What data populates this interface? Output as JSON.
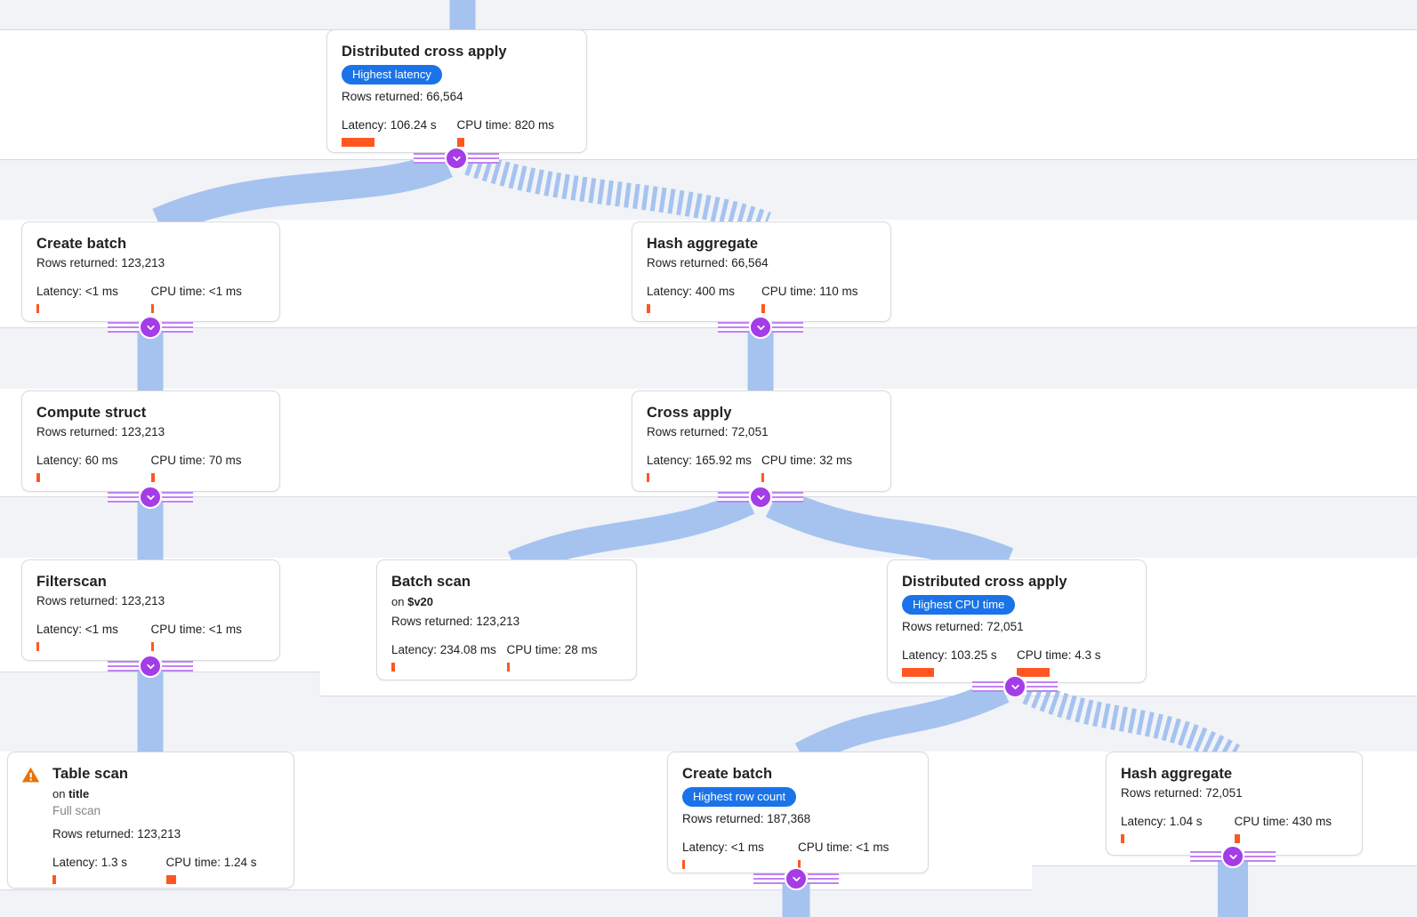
{
  "app": "query-execution-plan-visualizer",
  "colors": {
    "badge_blue": "#1a73e8",
    "metric_bar_orange": "#ff5722",
    "edge_blue": "#a6c3f0",
    "connector_purple": "#a43ce8",
    "warning_orange": "#e8710a",
    "row_band_white": "#ffffff",
    "background_gray": "#f1f3f7"
  },
  "nodes": [
    {
      "title": "Distributed cross apply",
      "badge": "Highest latency",
      "rows": "Rows returned: 66,564",
      "latency": "Latency: 106.24 s",
      "cpu": "CPU time: 820 ms",
      "latency_bar": 37,
      "cpu_bar": 8
    },
    {
      "title": "Create batch",
      "rows": "Rows returned: 123,213",
      "latency": "Latency: <1 ms",
      "cpu": "CPU time: <1 ms",
      "latency_bar": 3,
      "cpu_bar": 3
    },
    {
      "title": "Hash aggregate",
      "rows": "Rows returned: 66,564",
      "latency": "Latency: 400 ms",
      "cpu": "CPU time: 110 ms",
      "latency_bar": 4,
      "cpu_bar": 4
    },
    {
      "title": "Compute struct",
      "rows": "Rows returned: 123,213",
      "latency": "Latency: 60 ms",
      "cpu": "CPU time: 70 ms",
      "latency_bar": 4,
      "cpu_bar": 4
    },
    {
      "title": "Cross apply",
      "rows": "Rows returned: 72,051",
      "latency": "Latency: 165.92 ms",
      "cpu": "CPU time: 32 ms",
      "latency_bar": 3,
      "cpu_bar": 3
    },
    {
      "title": "Filterscan",
      "rows": "Rows returned: 123,213",
      "latency": "Latency: <1 ms",
      "cpu": "CPU time: <1 ms",
      "latency_bar": 3,
      "cpu_bar": 3
    },
    {
      "title": "Batch scan",
      "on_label": "on",
      "on_value": "$v20",
      "rows": "Rows returned: 123,213",
      "latency": "Latency: 234.08 ms",
      "cpu": "CPU time: 28 ms",
      "latency_bar": 4,
      "cpu_bar": 3
    },
    {
      "title": "Distributed cross apply",
      "badge": "Highest CPU time",
      "rows": "Rows returned: 72,051",
      "latency": "Latency: 103.25 s",
      "cpu": "CPU time: 4.3 s",
      "latency_bar": 36,
      "cpu_bar": 37
    },
    {
      "title": "Table scan",
      "warning": true,
      "on_label": "on",
      "on_value": "title",
      "note": "Full scan",
      "rows": "Rows returned: 123,213",
      "latency": "Latency: 1.3 s",
      "cpu": "CPU time: 1.24 s",
      "latency_bar": 4,
      "cpu_bar": 11
    },
    {
      "title": "Create batch",
      "badge": "Highest row count",
      "rows": "Rows returned: 187,368",
      "latency": "Latency: <1 ms",
      "cpu": "CPU time: <1 ms",
      "latency_bar": 3,
      "cpu_bar": 3
    },
    {
      "title": "Hash aggregate",
      "rows": "Rows returned: 72,051",
      "latency": "Latency: 1.04 s",
      "cpu": "CPU time: 430 ms",
      "latency_bar": 4,
      "cpu_bar": 6
    }
  ],
  "edges": [
    {
      "from": "distributed-cross-apply-top",
      "to": "create-batch-1",
      "style": "solid"
    },
    {
      "from": "distributed-cross-apply-top",
      "to": "hash-aggregate-1",
      "style": "striped"
    },
    {
      "from": "create-batch-1",
      "to": "compute-struct",
      "style": "solid"
    },
    {
      "from": "hash-aggregate-1",
      "to": "cross-apply",
      "style": "solid"
    },
    {
      "from": "compute-struct",
      "to": "filterscan",
      "style": "solid"
    },
    {
      "from": "cross-apply",
      "to": "batch-scan",
      "style": "solid"
    },
    {
      "from": "cross-apply",
      "to": "distributed-cross-apply-right",
      "style": "solid"
    },
    {
      "from": "filterscan",
      "to": "table-scan",
      "style": "solid"
    },
    {
      "from": "distributed-cross-apply-right",
      "to": "create-batch-2",
      "style": "solid"
    },
    {
      "from": "distributed-cross-apply-right",
      "to": "hash-aggregate-2",
      "style": "striped"
    }
  ]
}
